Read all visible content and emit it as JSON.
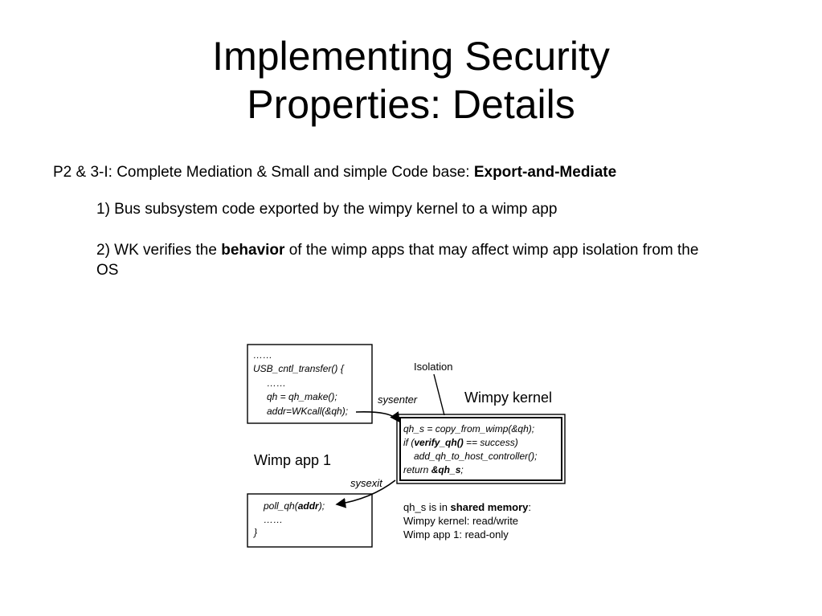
{
  "slide": {
    "title_line1": "Implementing Security",
    "title_line2": "Properties: Details",
    "subtitle_prefix": "P2 & 3-I: Complete Mediation & Small and simple Code base: ",
    "subtitle_bold": "Export-and-Mediate",
    "item1": "1)  Bus subsystem code exported by the wimpy kernel to a wimp app",
    "item2_prefix": "2) WK verifies the ",
    "item2_bold": "behavior",
    "item2_suffix": " of the wimp apps that may affect wimp app isolation from the OS"
  },
  "diagram": {
    "top_box_lines": [
      "……",
      "USB_cntl_transfer() {",
      "……",
      "qh = qh_make();",
      "addr=WKcall(&qh);"
    ],
    "bottom_box": {
      "call_prefix": "poll_qh(",
      "call_bold": "addr",
      "call_suffix": ");",
      "dots": "……",
      "close": "}"
    },
    "kernel_box": {
      "line1": "qh_s = copy_from_wimp(&qh);",
      "line2_prefix": "if (",
      "line2_bold": "verify_qh()",
      "line2_suffix": " == success)",
      "line3": "add_qh_to_host_controller();",
      "line4_prefix": "return ",
      "line4_bold": "&qh_s",
      "line4_suffix": ";"
    },
    "label_isolation": "Isolation",
    "label_wimpy_kernel": "Wimpy kernel",
    "label_wimp_app": "Wimp app 1",
    "label_sysenter": "sysenter",
    "label_sysexit": "sysexit",
    "note_line1_prefix": "qh_s is in ",
    "note_line1_bold": "shared memory",
    "note_line1_suffix": ":",
    "note_line2": "Wimpy kernel: read/write",
    "note_line3": "Wimp app 1: read-only"
  }
}
